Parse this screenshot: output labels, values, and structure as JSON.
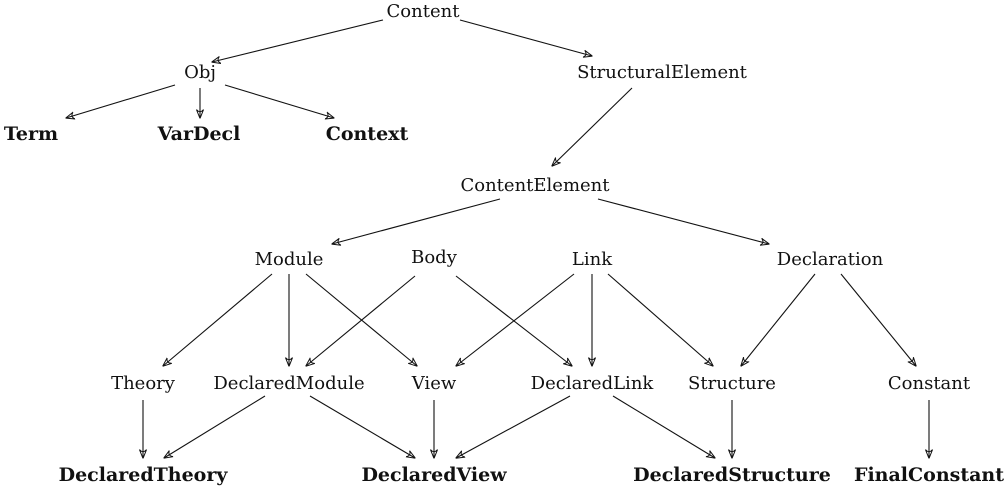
{
  "diagram": {
    "nodes": {
      "content": "Content",
      "obj": "Obj",
      "structural_element": "StructuralElement",
      "term": "Term",
      "vardecl": "VarDecl",
      "context": "Context",
      "content_element": "ContentElement",
      "module": "Module",
      "body": "Body",
      "link": "Link",
      "declaration": "Declaration",
      "theory": "Theory",
      "declared_module": "DeclaredModule",
      "view": "View",
      "declared_link": "DeclaredLink",
      "structure": "Structure",
      "constant": "Constant",
      "declared_theory": "DeclaredTheory",
      "declared_view": "DeclaredView",
      "declared_structure": "DeclaredStructure",
      "final_constant": "FinalConstant"
    },
    "edges": [
      [
        "content",
        "obj"
      ],
      [
        "content",
        "structural_element"
      ],
      [
        "obj",
        "term"
      ],
      [
        "obj",
        "vardecl"
      ],
      [
        "obj",
        "context"
      ],
      [
        "structural_element",
        "content_element"
      ],
      [
        "content_element",
        "module"
      ],
      [
        "content_element",
        "declaration"
      ],
      [
        "module",
        "theory"
      ],
      [
        "module",
        "declared_module"
      ],
      [
        "module",
        "view"
      ],
      [
        "body",
        "declared_module"
      ],
      [
        "body",
        "declared_link"
      ],
      [
        "link",
        "view"
      ],
      [
        "link",
        "declared_link"
      ],
      [
        "link",
        "structure"
      ],
      [
        "declaration",
        "structure"
      ],
      [
        "declaration",
        "constant"
      ],
      [
        "theory",
        "declared_theory"
      ],
      [
        "declared_module",
        "declared_theory"
      ],
      [
        "declared_module",
        "declared_view"
      ],
      [
        "view",
        "declared_view"
      ],
      [
        "declared_link",
        "declared_view"
      ],
      [
        "declared_link",
        "declared_structure"
      ],
      [
        "structure",
        "declared_structure"
      ],
      [
        "constant",
        "final_constant"
      ]
    ]
  }
}
